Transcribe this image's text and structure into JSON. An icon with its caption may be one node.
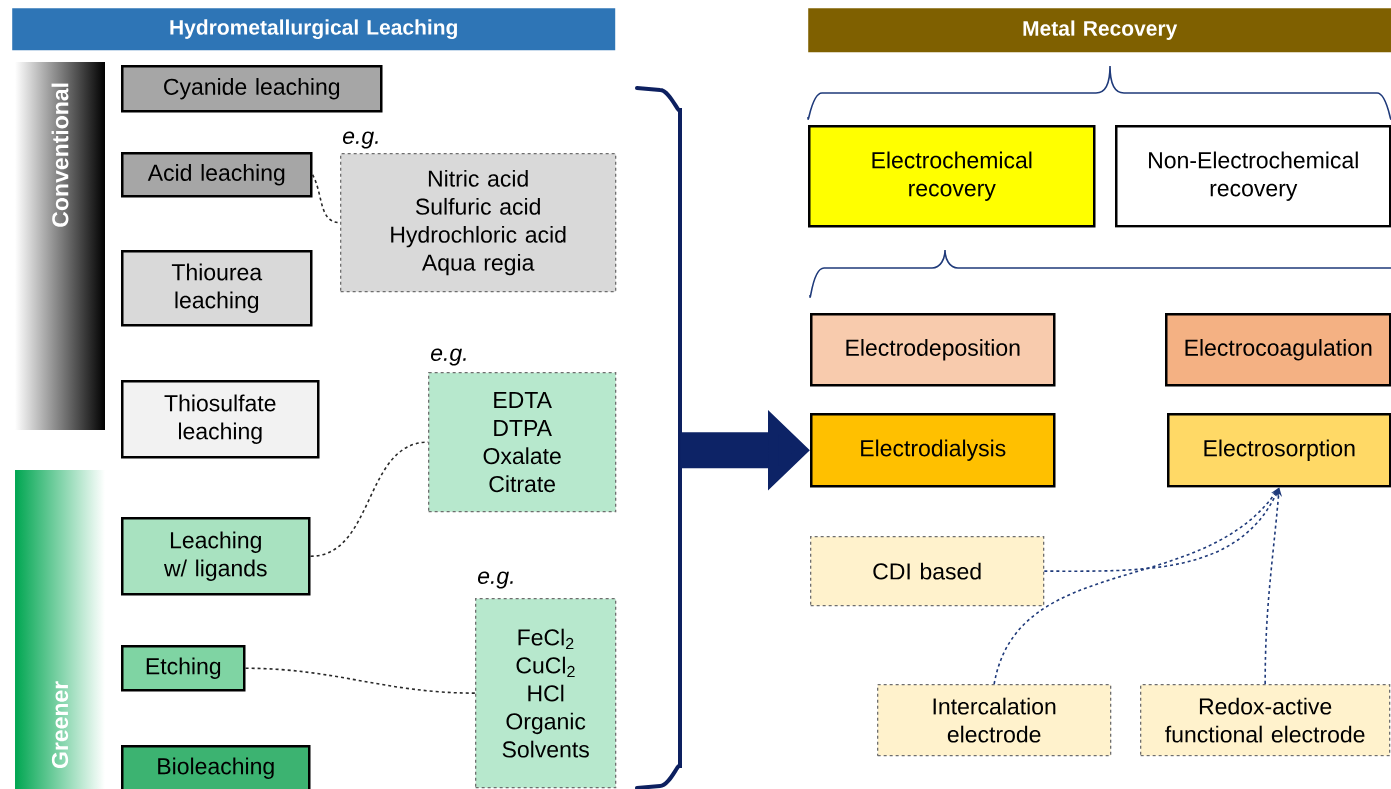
{
  "diagram": {
    "nodes": [
      {
        "text": [
          "Hydrometallurgical Leaching"
        ]
      },
      {
        "text": [
          "Conventional"
        ]
      },
      {
        "text": [
          "Greener"
        ]
      },
      {
        "text": [
          "Cyanide leaching"
        ]
      },
      {
        "text": [
          "Acid leaching"
        ]
      },
      {
        "text": [
          "Thiourea leaching"
        ]
      },
      {
        "text": [
          "Thiosulfate leaching"
        ]
      },
      {
        "text": [
          "Leaching w/ ligands"
        ]
      },
      {
        "text": [
          "Etching"
        ]
      },
      {
        "text": [
          "Bioleaching"
        ]
      },
      {
        "text": [
          "Nitric acid",
          "Sulfuric acid",
          "Hydrochloric acid",
          "Aqua regia"
        ],
        "beside": [
          "e.g."
        ]
      },
      {
        "text": [
          "EDTA",
          "DTPA",
          "Oxalate",
          "Citrate"
        ],
        "beside": [
          "e.g."
        ]
      },
      {
        "text": [
          "FeCl$_{2}$",
          "CuCl$_{2}$",
          "HCl",
          "Organic Solvents"
        ],
        "beside": [
          "e.g."
        ]
      },
      {
        "text": [],
        "shape": "bracket"
      },
      {
        "text": [
          "Metal Recovery"
        ]
      },
      {
        "text": [
          "Electrochemical recovery"
        ]
      },
      {
        "text": [
          "Non-Electrochemical recovery"
        ]
      },
      {
        "text": [
          "Electrodeposition"
        ]
      },
      {
        "text": [
          "Electrocoagulation"
        ]
      },
      {
        "text": [
          "Electrodialysis"
        ]
      },
      {
        "text": [
          "Electrosorption"
        ]
      },
      {
        "text": [
          "CDI based"
        ]
      },
      {
        "text": [
          "Intercalation electrode"
        ]
      },
      {
        "text": [
          "Redox-active functional electrode"
        ]
      }
    ],
    "edges": [
      {
        "from": 4,
        "to": 10,
        "arrow": "none",
        "style": "dashed"
      },
      {
        "from": 7,
        "to": 11,
        "arrow": "none",
        "style": "dashed"
      },
      {
        "from": 8,
        "to": 12,
        "arrow": "none",
        "style": "dashed"
      },
      {
        "from": 13,
        "to": 19,
        "arrow": "to",
        "style": "thick",
        "color": "#0d2366"
      },
      {
        "from": 21,
        "to": 20,
        "arrow": "to",
        "style": "dashed",
        "color": "#1f3a7a"
      },
      {
        "from": 22,
        "to": 20,
        "arrow": "to",
        "style": "dashed",
        "color": "#1f3a7a"
      },
      {
        "from": 23,
        "to": 20,
        "arrow": "to",
        "style": "dashed",
        "color": "#1f3a7a"
      }
    ]
  }
}
